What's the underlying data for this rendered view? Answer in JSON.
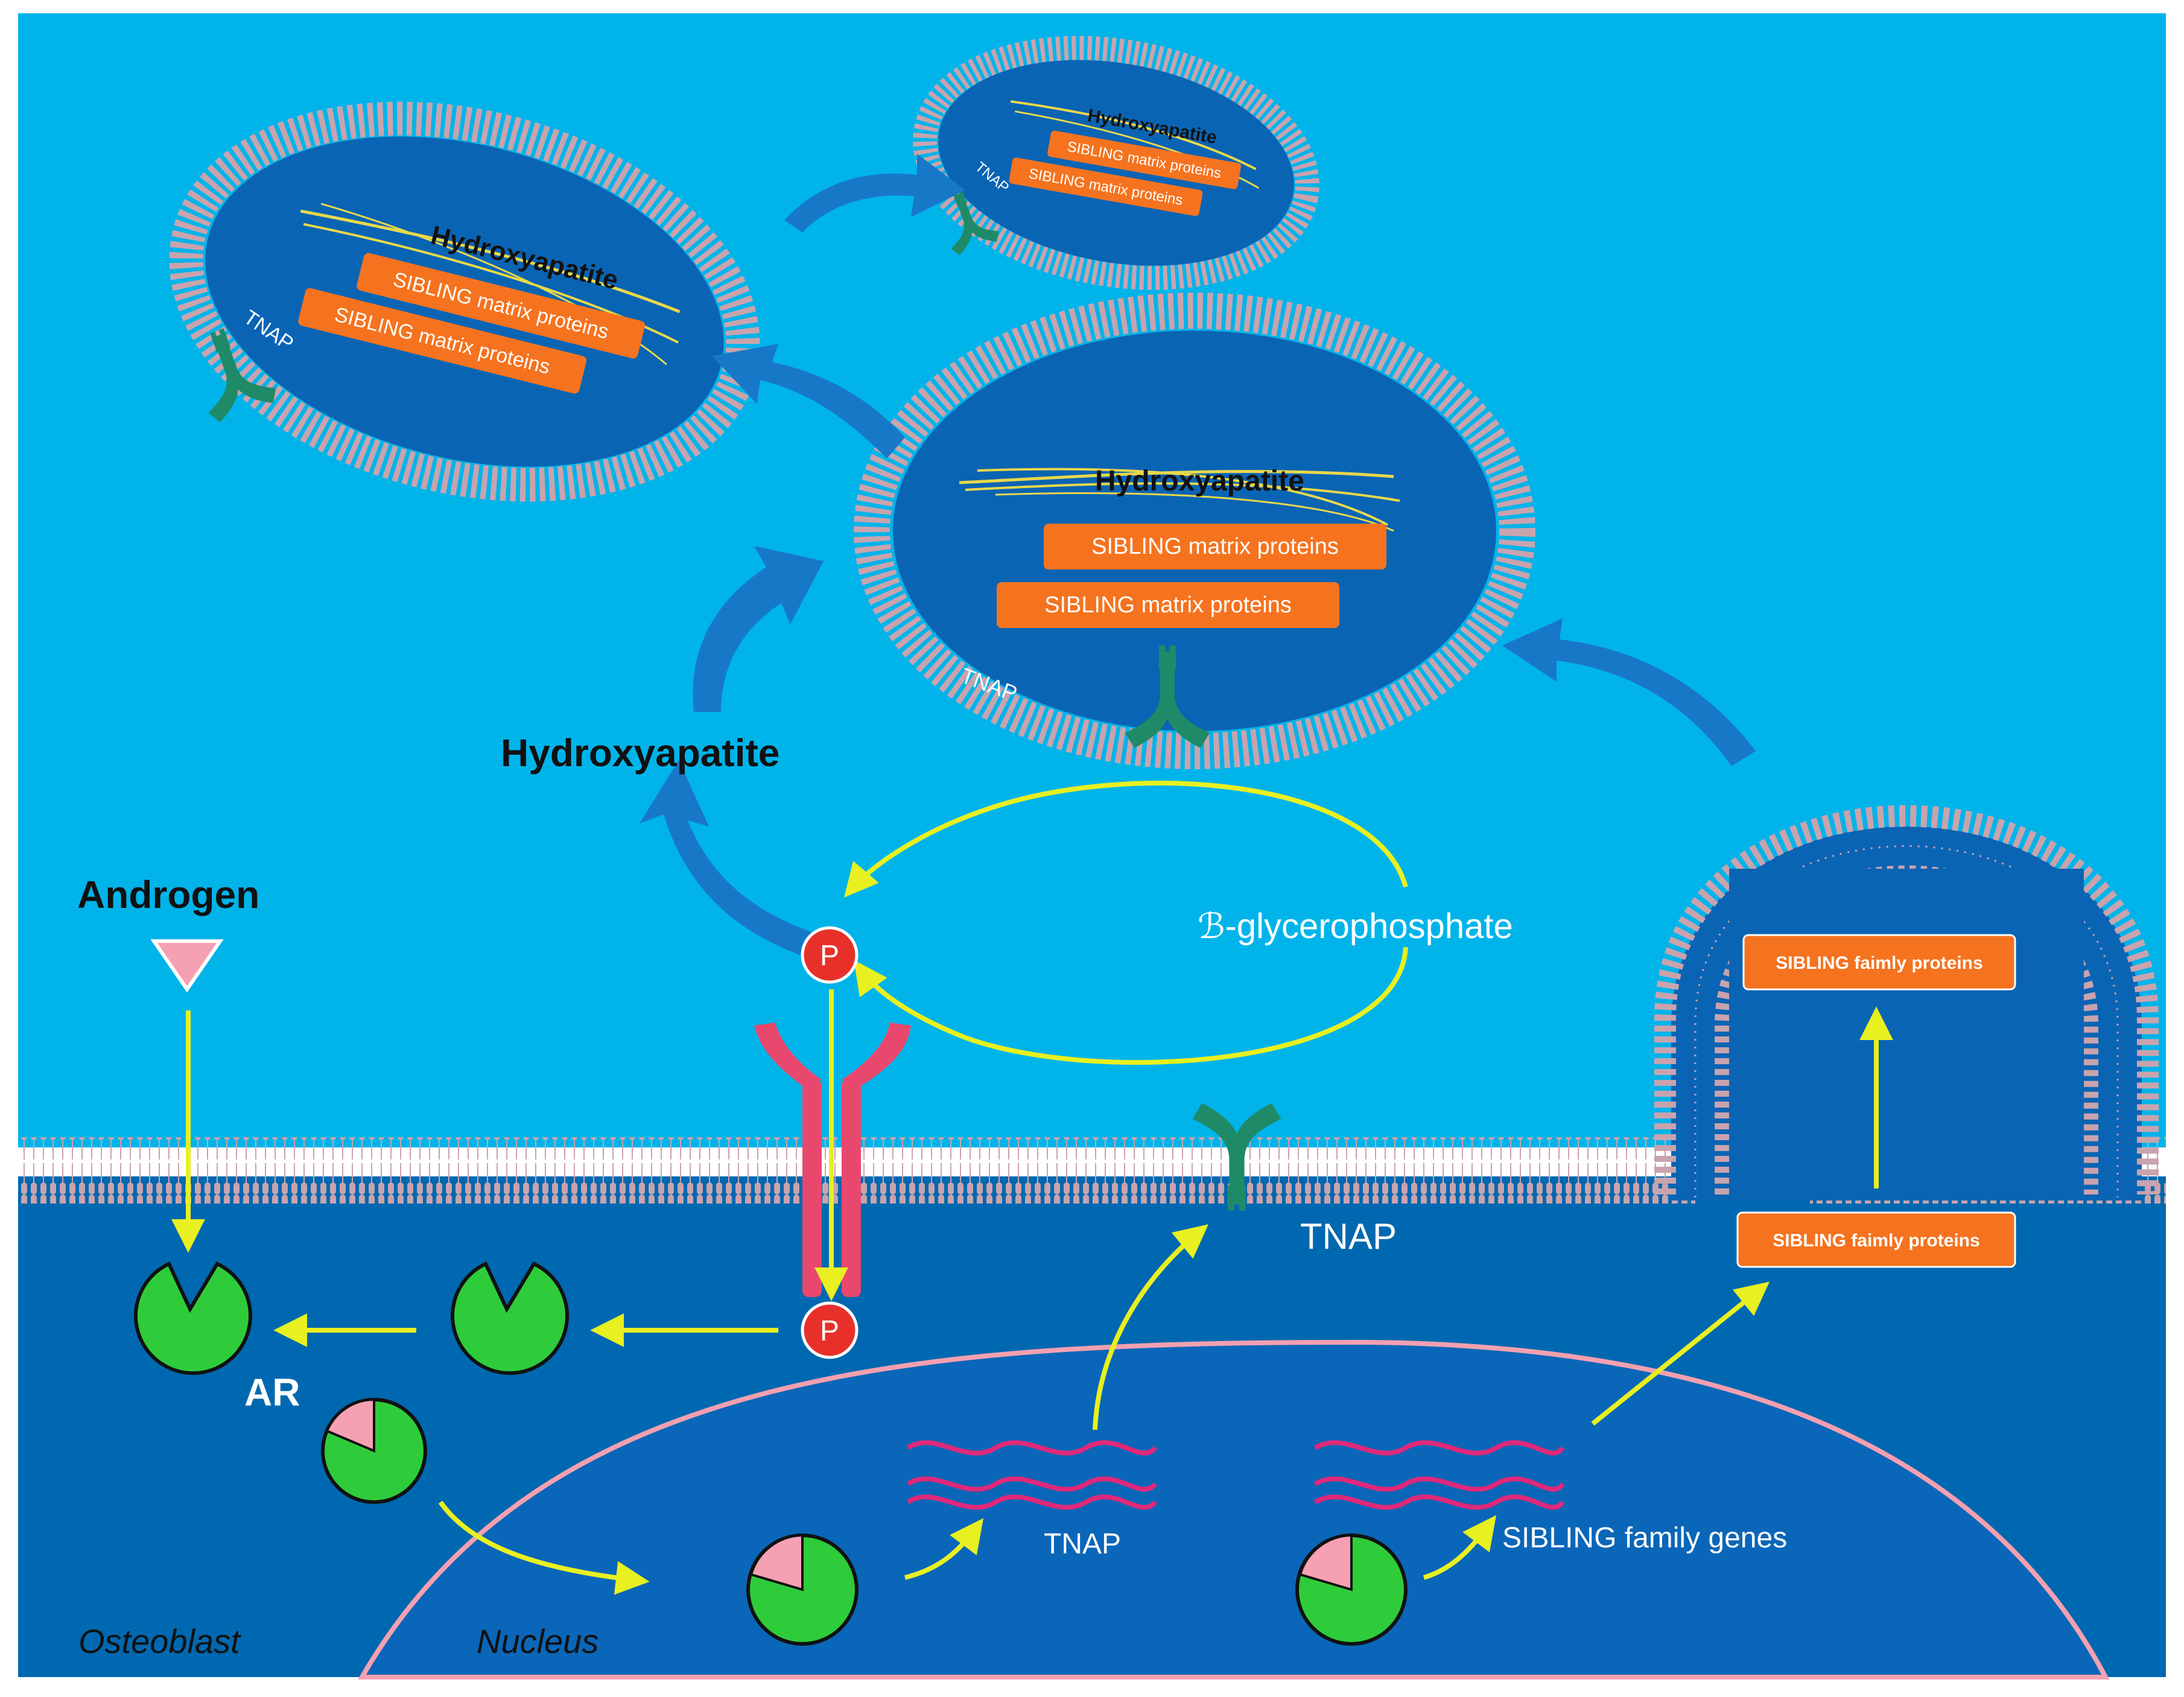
{
  "labels": {
    "hydroxyapatite": "Hydroxyapatite",
    "androgen": "Androgen",
    "ar": "AR",
    "tnap": "TNAP",
    "glycerophosphate": "ℬ-glycerophosphate",
    "sibling_family_genes": "SIBLING family genes",
    "osteoblast": "Osteoblast",
    "nucleus": "Nucleus",
    "phosphate": "P"
  },
  "vesicles": {
    "large": {
      "mineral": "Hydroxyapatite",
      "protein_1": "SIBLING matrix proteins",
      "protein_2": "SIBLING matrix proteins",
      "enzyme": "TNAP"
    },
    "left": {
      "mineral": "Hydroxyapatite",
      "protein_1": "SIBLING matrix proteins",
      "protein_2": "SIBLING matrix proteins",
      "enzyme": "TNAP"
    },
    "small": {
      "mineral": "Hydroxyapatite",
      "protein_1": "SIBLING matrix proteins",
      "protein_2": "SIBLING matrix proteins",
      "enzyme": "TNAP"
    }
  },
  "budding_vesicle": {
    "protein_inside": "SIBLING faimly proteins",
    "protein_below": "SIBLING faimly proteins"
  },
  "colors": {
    "extracellular": "#00b4ea",
    "cytoplasm": "#0068b0",
    "vesicle_lumen": "#0a64b4",
    "membrane": "#c9a3ad",
    "yellow_arrow": "#e8f020",
    "blue_arrow": "#1878c8",
    "receptor": "#e9486e",
    "tnap_enzyme": "#1f8a68",
    "ar_green": "#2ecc3a",
    "androgen_pink": "#f6a0b4",
    "protein_box": "#f5731f",
    "phosphate_red": "#e8302a",
    "dna": "#e0287a"
  }
}
